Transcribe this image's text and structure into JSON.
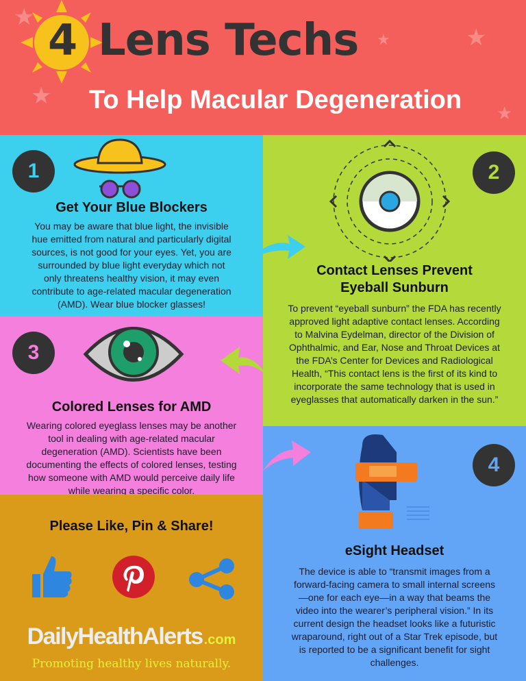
{
  "header": {
    "number": "4",
    "title": "Lens Techs",
    "subtitle": "To Help Macular Degeneration"
  },
  "sections": [
    {
      "number": "1",
      "title": "Get Your Blue Blockers",
      "lines": [
        "You may be aware that blue light, the invisible",
        "hue  emitted from natural and particularly digital",
        "sources, is not good for  your eyes. Yet, you are",
        "surrounded by blue light everyday which not",
        "only  threatens healthy vision, it may even",
        "contribute to age-related macular  degeneration",
        "(AMD). Wear blue blocker glasses!"
      ]
    },
    {
      "number": "2",
      "title_lines": [
        "Contact Lenses Prevent",
        "Eyeball Sunburn"
      ],
      "lines": [
        "To prevent “eyeball sunburn” the FDA has recently",
        "approved light adaptive contact lenses.  According",
        "to Malvina Eydelman, director  of the Division of",
        "Ophthalmic, and Ear, Nose and Throat Devices at",
        "the  FDA’s Center for Devices and Radiological",
        "Health, “This contact lens is the first of its  kind to",
        "incorporate the same technology that is used in",
        "eyeglasses that  automatically darken in the sun.”"
      ]
    },
    {
      "number": "3",
      "title": "Colored Lenses for AMD",
      "lines": [
        "Wearing colored eyeglass lenses may be another",
        "tool in  dealing with age-related macular",
        "degeneration (AMD). Scientists have  been",
        "documenting the effects of colored lenses, testing",
        "how someone with  AMD would perceive daily life",
        "while wearing a specific color."
      ]
    },
    {
      "number": "4",
      "title": "eSight Headset",
      "lines": [
        "The device is able to “transmit images from a",
        "forward-facing camera to small internal screens",
        "—one for each eye—in a  way that beams the",
        "video into the wearer’s peripheral vision.” In its",
        "current design the headset looks like a futuristic",
        "wraparound, right out  of a Star Trek episode, but",
        "is reported to be a significant benefit for  sight",
        "challenges."
      ]
    }
  ],
  "share": {
    "title": "Please Like, Pin & Share!",
    "icons": [
      "thumbs-up-icon",
      "pinterest-icon",
      "share-icon"
    ]
  },
  "brand": {
    "name": "DailyHealthAlerts",
    "tld": ".com",
    "tagline": "Promoting healthy lives naturally."
  },
  "colors": {
    "header": "#f45f5c",
    "cyan": "#3ccfee",
    "green": "#b4d93a",
    "pink": "#f47fdc",
    "blue": "#62a5f7",
    "gold": "#da9b1b"
  }
}
